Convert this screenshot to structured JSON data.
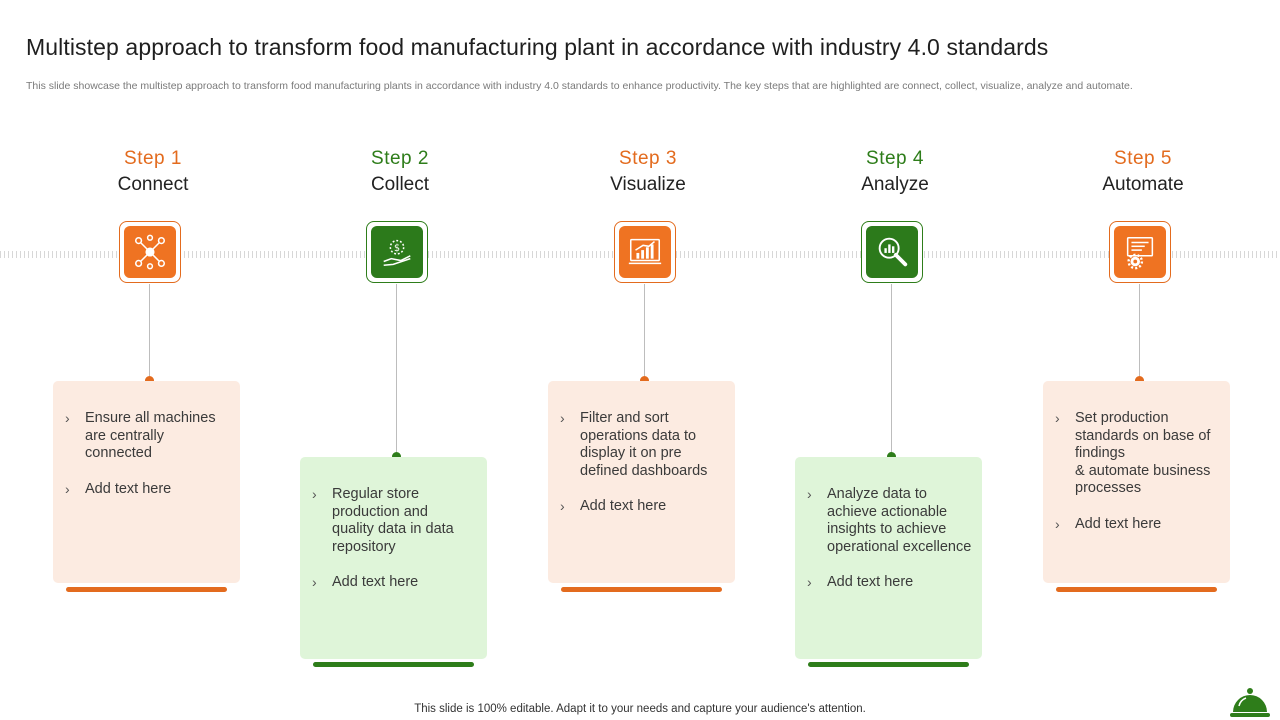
{
  "title": "Multistep approach to transform food manufacturing plant in accordance with industry 4.0 standards",
  "subtitle": "This slide showcase the multistep approach to transform food manufacturing plants in accordance with industry 4.0 standards to enhance productivity. The key steps that are highlighted are connect, collect, visualize, analyze and automate.",
  "colors": {
    "orange": "#e36b1e",
    "green": "#2e7d1a",
    "orange_card": "#fcebe1",
    "green_card": "#dff5d9"
  },
  "steps": [
    {
      "number": "Step 1",
      "name": "Connect",
      "icon": "network-people-icon",
      "bullets": [
        "Ensure all machines\nare centrally\nconnected",
        "Add text here"
      ]
    },
    {
      "number": "Step 2",
      "name": "Collect",
      "icon": "hand-money-icon",
      "bullets": [
        "Regular store\nproduction and\nquality data in data\nrepository",
        "Add text here"
      ]
    },
    {
      "number": "Step 3",
      "name": "Visualize",
      "icon": "chart-board-icon",
      "bullets": [
        "Filter and sort\noperations data to\ndisplay it on pre\ndefined dashboards",
        "Add text here"
      ]
    },
    {
      "number": "Step 4",
      "name": "Analyze",
      "icon": "magnifier-chart-icon",
      "bullets": [
        "Analyze data to\nachieve actionable\ninsights to achieve\noperational excellence",
        "Add text here"
      ]
    },
    {
      "number": "Step 5",
      "name": "Automate",
      "icon": "screen-gear-icon",
      "bullets": [
        "Set production\nstandards on base of\nfindings\n& automate business\nprocesses",
        "Add text here"
      ]
    }
  ],
  "footer": "This slide is 100% editable. Adapt it to your needs and capture your audience's attention."
}
